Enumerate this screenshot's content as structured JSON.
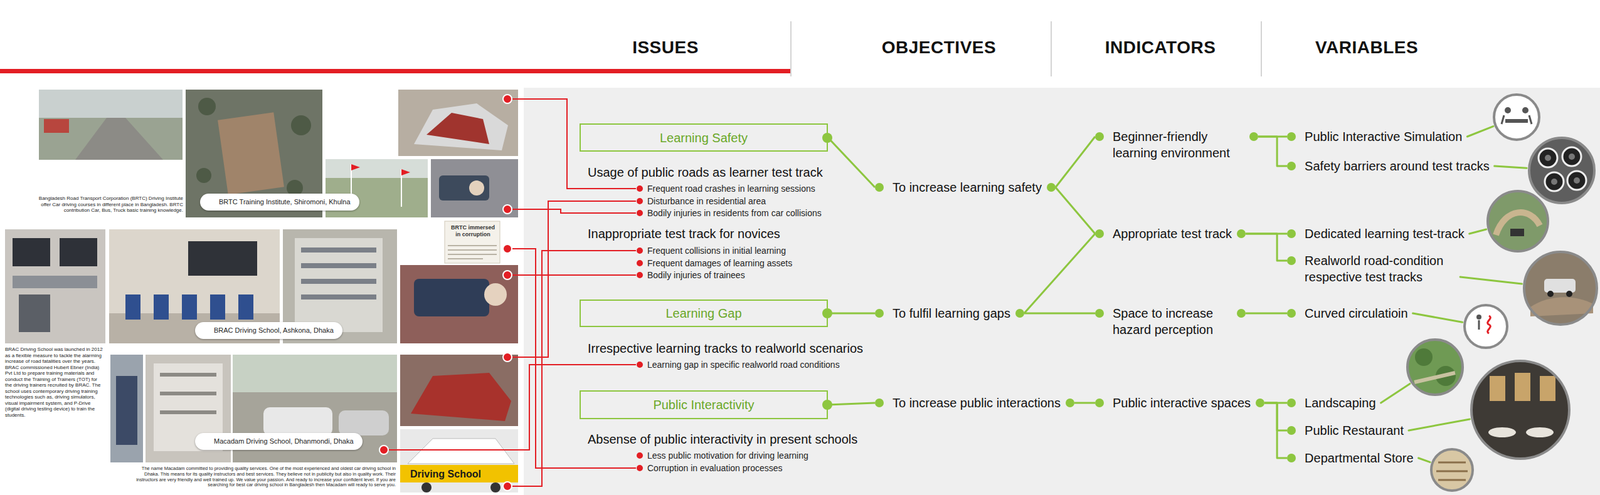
{
  "diagram": {
    "nodes": [
      {
        "text": [
          "BRTC Training Institute, Shiromoni, Khulna"
        ]
      },
      {
        "text": [
          "BRAC Driving School, Ashkona, Dhaka"
        ]
      },
      {
        "text": [
          "Macadam Driving School, Dhanmondi, Dhaka"
        ]
      },
      {
        "text": [
          "Learning Safety"
        ]
      },
      {
        "text": [
          "Learning Gap"
        ]
      },
      {
        "text": [
          "Public Interactivity"
        ]
      },
      {
        "text": [
          "To increase learning safety"
        ]
      },
      {
        "text": [
          "To fulfil learning gaps"
        ]
      },
      {
        "text": [
          "To increase public interactions"
        ]
      },
      {
        "text": [
          "Beginner-friendly learning environment"
        ]
      },
      {
        "text": [
          "Appropriate test track"
        ]
      },
      {
        "text": [
          "Space to increase hazard perception"
        ]
      },
      {
        "text": [
          "Public interactive spaces"
        ]
      },
      {
        "text": [
          "Public Interactive Simulation"
        ]
      },
      {
        "text": [
          "Safety barriers around test tracks"
        ]
      },
      {
        "text": [
          "Dedicated learning test-track"
        ]
      },
      {
        "text": [
          "Realworld road-condition respective test tracks"
        ]
      },
      {
        "text": [
          "Curved circulatioin"
        ]
      },
      {
        "text": [
          "Landscaping"
        ]
      },
      {
        "text": [
          "Public Restaurant"
        ]
      },
      {
        "text": [
          "Departmental Store"
        ]
      }
    ],
    "edges": [
      {
        "from": 3,
        "to": 6,
        "arrow": "none"
      },
      {
        "from": 4,
        "to": 7,
        "arrow": "none"
      },
      {
        "from": 5,
        "to": 8,
        "arrow": "none"
      },
      {
        "from": 6,
        "to": 9,
        "arrow": "none"
      },
      {
        "from": 6,
        "to": 10,
        "arrow": "none"
      },
      {
        "from": 7,
        "to": 10,
        "arrow": "none"
      },
      {
        "from": 7,
        "to": 11,
        "arrow": "none"
      },
      {
        "from": 8,
        "to": 12,
        "arrow": "none"
      },
      {
        "from": 9,
        "to": 13,
        "arrow": "none"
      },
      {
        "from": 9,
        "to": 14,
        "arrow": "none"
      },
      {
        "from": 10,
        "to": 15,
        "arrow": "none"
      },
      {
        "from": 10,
        "to": 16,
        "arrow": "none"
      },
      {
        "from": 11,
        "to": 17,
        "arrow": "none"
      },
      {
        "from": 12,
        "to": 18,
        "arrow": "none"
      },
      {
        "from": 12,
        "to": 19,
        "arrow": "none"
      },
      {
        "from": 12,
        "to": 20,
        "arrow": "none"
      }
    ],
    "labels": [
      "ISSUES",
      "OBJECTIVES",
      "INDICATORS",
      "VARIABLES",
      "Bangladesh Road Transport Corporation (BRTC) Driving Institute offer Car driving courses in different place in Bangladesh. BRTC contribution Car, Bus, Truck basic training knowledge.",
      "BRAC Driving School was launched in 2012 as a flexible measure to tackle the alarming increase of road fatalities over the years. BRAC commissioned Hubert Ebner (India) Pvt Ltd to prepare training materials and conduct the Training of Trainers (TOT) for the driving trainers recruited by BRAC. The school uses contemporary driving training technologies such as, driving simulators, visual impairment system, and P-Drive (digital driving testing device) to train the students.",
      "The name Macadam committed to providing quality services. One of the most experienced and oldest car driving school in Dhaka. This means for its quality instructors and best services. They believe not in publicity but also in quality work. Their instructors are very friendly and well trained up. We value your passion. And ready to increase your confident level. If you are searching for best car driving school in Bangladesh then Macadam will ready to serve you.",
      "BRTC immersed in corruption",
      "Driving School",
      "Usage of public roads as learner test track",
      "Frequent road crashes in learning sessions",
      "Disturbance in residential area",
      "Bodily injuries in residents from car collisions",
      "Inappropriate test track for novices",
      "Frequent collisions in initial learning",
      "Frequent damages of learning assets",
      "Bodily injuries of trainees",
      "Irrespective learning tracks to realworld scenarios",
      "Learning gap in specific realworld road conditions",
      "Absense of public interactivity in present schools",
      "Less public motivation for driving learning",
      "Corruption in evaluation processes"
    ]
  }
}
